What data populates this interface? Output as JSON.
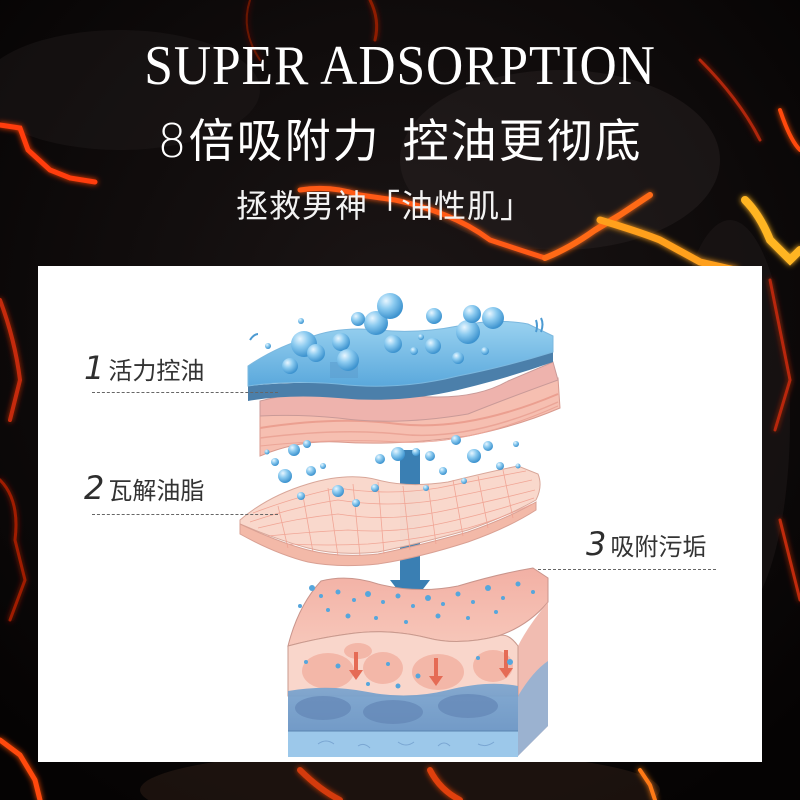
{
  "header": {
    "title_en": "SUPER ADSORPTION",
    "title_cn_part1": "8倍吸附力",
    "title_cn_part2": "控油更彻底",
    "subtitle": "拯救男神「油性肌」"
  },
  "diagram": {
    "steps": [
      {
        "number": "1",
        "label": "活力控油"
      },
      {
        "number": "2",
        "label": "瓦解油脂"
      },
      {
        "number": "3",
        "label": "吸附污垢"
      }
    ],
    "icons": [
      "water-bubble-icon",
      "down-arrow-icon",
      "skin-layer-illustration"
    ]
  },
  "colors": {
    "background": "#070404",
    "lava": "#ff4a10",
    "lava_glow": "#ffb020",
    "panel": "#ffffff",
    "skin_pink": "#f5b6a8",
    "water_blue": "#6cb8e4",
    "arrow_blue": "#3a7fb3",
    "text_dark": "#333333"
  }
}
